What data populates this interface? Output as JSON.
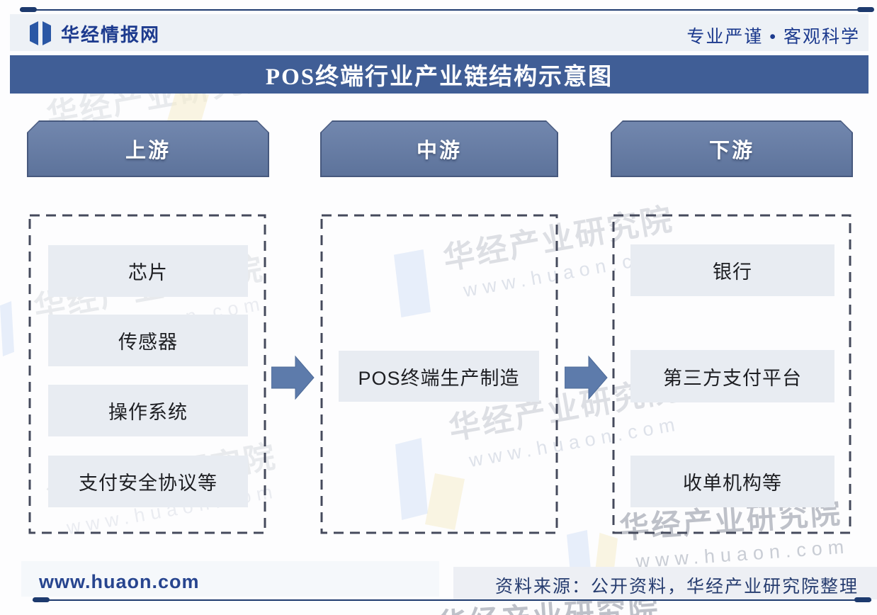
{
  "header": {
    "brand": "华经情报网",
    "tagline": "专业严谨 • 客观科学"
  },
  "title": "POS终端行业产业链结构示意图",
  "columns": [
    {
      "id": "upstream",
      "header": "上游",
      "items": [
        "芯片",
        "传感器",
        "操作系统",
        "支付安全协议等"
      ]
    },
    {
      "id": "midstream",
      "header": "中游",
      "items": [
        "POS终端生产制造"
      ]
    },
    {
      "id": "downstream",
      "header": "下游",
      "items": [
        "银行",
        "第三方支付平台",
        "收单机构等"
      ]
    }
  ],
  "footer": {
    "site": "www.huaon.com",
    "source": "资料来源：公开资料，华经产业研究院整理"
  },
  "watermark": {
    "line1": "华经产业研究院",
    "line2": "www.huaon.com"
  },
  "colors": {
    "title_bar": "#405e96",
    "column_header_fill": "#667ba2",
    "column_header_border": "#47597e",
    "item_bg": "#e8ecf2",
    "arrow": "#5d7bab",
    "dash_border": "#454a5c",
    "brand_text": "#1c3a8e",
    "frame_line": "#1d3a6e"
  }
}
